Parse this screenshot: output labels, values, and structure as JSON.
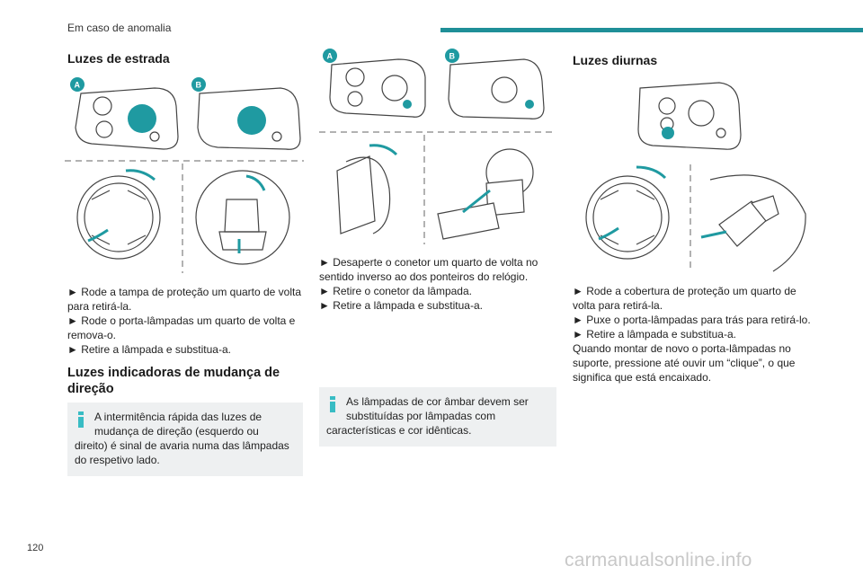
{
  "header": {
    "title": "Em caso de anomalia"
  },
  "page_number": "120",
  "watermark": "carmanualsonline.info",
  "colors": {
    "accent": "#1f8f98",
    "info_bg": "#eef0f1",
    "info_icon": "#38bcc4"
  },
  "section1": {
    "title": "Luzes de estrada",
    "badges": [
      "A",
      "B"
    ],
    "steps": [
      "► Rode a tampa de proteção um quarto de volta para retirá-la.",
      "► Rode o porta-lâmpadas um quarto de volta e remova-o.",
      "► Retire a lâmpada e substitua-a."
    ]
  },
  "section2": {
    "title": "Luzes indicadoras de mudança de direção",
    "info_line1": "A intermitência rápida das luzes de",
    "info_line2": "mudança de direção (esquerdo ou",
    "info_rest": "direito) é sinal de avaria numa das lâmpadas do respetivo lado."
  },
  "section_mid": {
    "badges": [
      "A",
      "B"
    ],
    "steps": [
      "► Desaperte o conetor um quarto de volta no sentido inverso ao dos ponteiros do relógio.",
      "► Retire o conetor da lâmpada.",
      "► Retire a lâmpada e substitua-a."
    ],
    "info_line1": "As lâmpadas de cor âmbar devem ser",
    "info_line2": "substituídas por lâmpadas com",
    "info_rest": "características e cor idênticas."
  },
  "section3": {
    "title": "Luzes diurnas",
    "steps": [
      "► Rode a cobertura de proteção um quarto de volta para retirá-la.",
      "► Puxe o porta-lâmpadas para trás para retirá-lo.",
      "► Retire a lâmpada e substitua-a.",
      "Quando montar de novo o porta-lâmpadas no suporte, pressione até ouvir um “clique”, o que significa que está encaixado."
    ]
  }
}
